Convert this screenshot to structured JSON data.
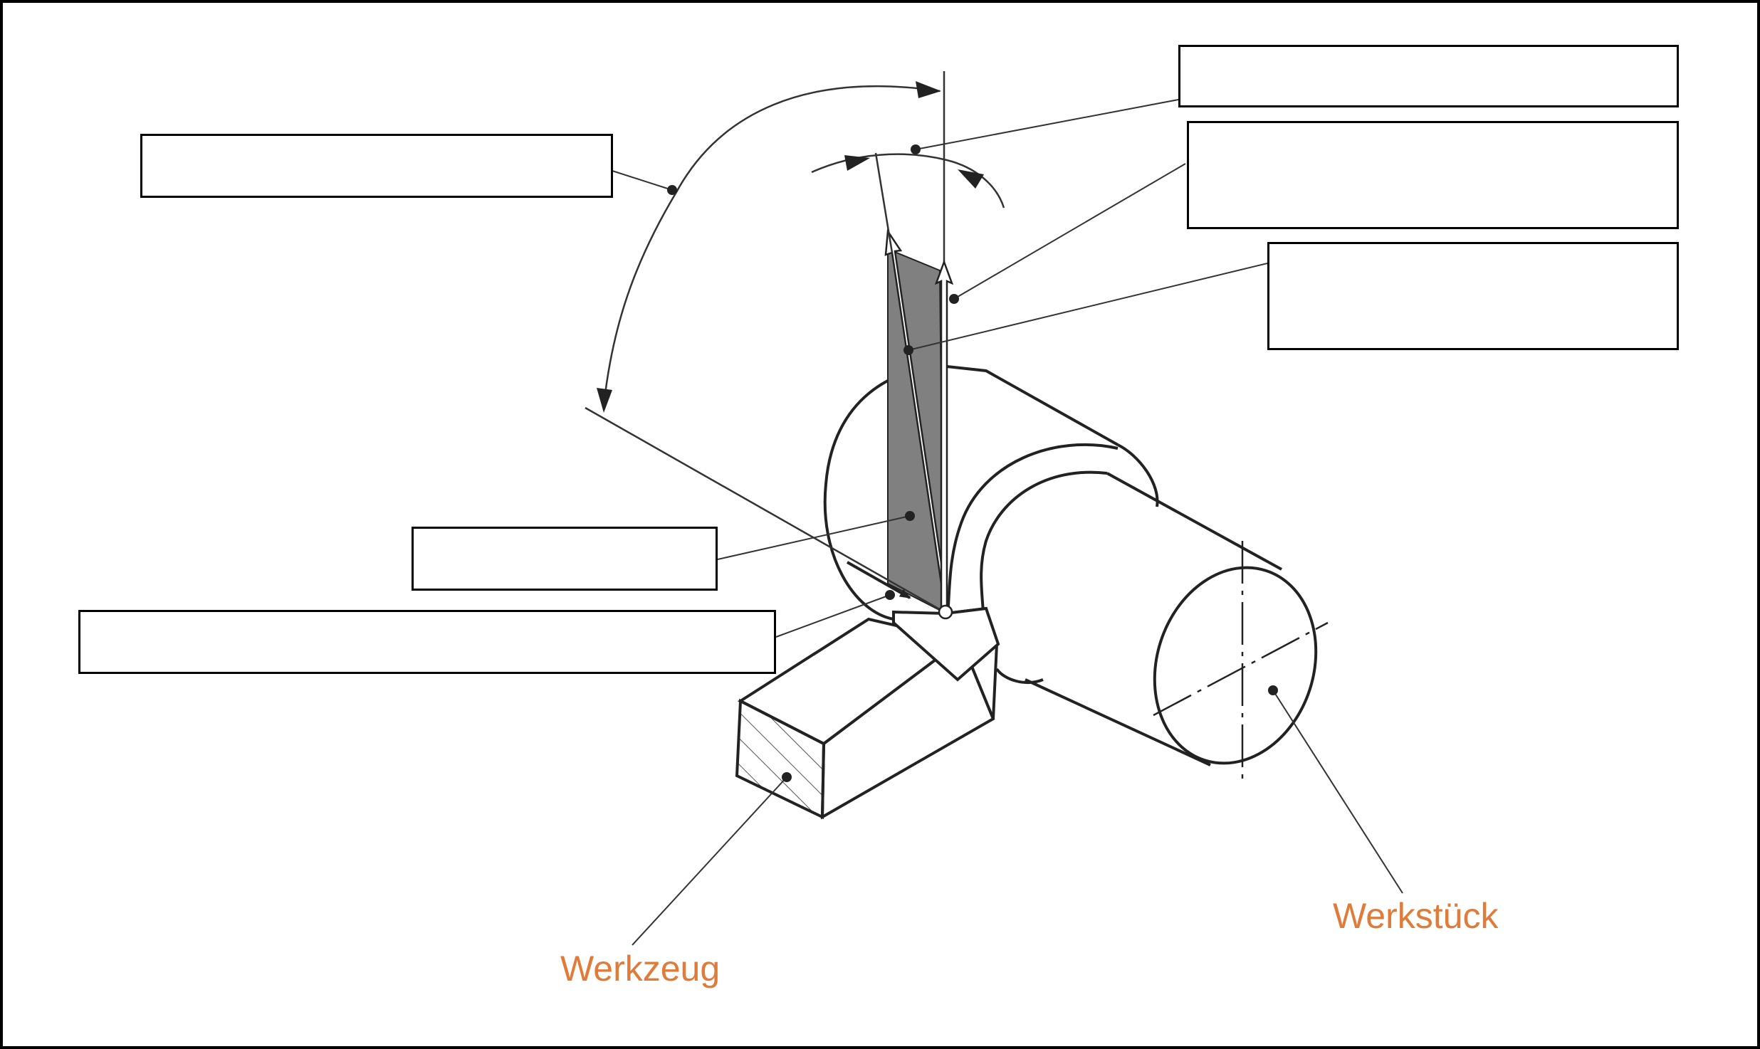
{
  "labels": {
    "werkzeug": "Werkzeug",
    "werkstueck": "Werkstück"
  },
  "answer_boxes": [
    {
      "id": "box-top-right-1",
      "text": ""
    },
    {
      "id": "box-top-right-2",
      "text": ""
    },
    {
      "id": "box-top-right-3",
      "text": ""
    },
    {
      "id": "box-top-left",
      "text": ""
    },
    {
      "id": "box-middle-left",
      "text": ""
    },
    {
      "id": "box-bottom-left",
      "text": ""
    }
  ],
  "colors": {
    "label": "#e07b39",
    "line": "#333333",
    "outline": "#222222",
    "plane_fill": "#808080",
    "hatch": "#555555",
    "frame": "#000000"
  }
}
